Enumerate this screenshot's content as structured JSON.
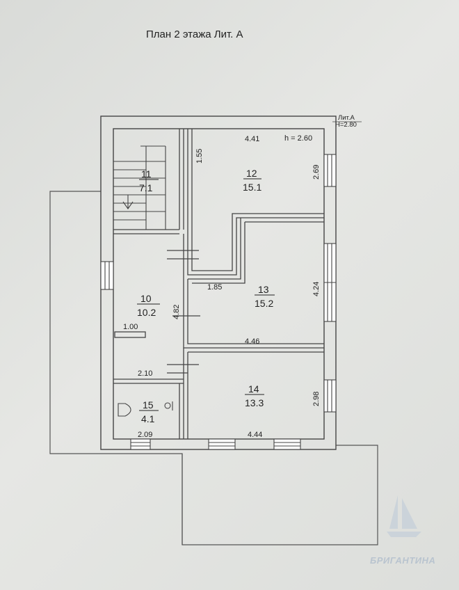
{
  "title": "План 2 этажа  Лит. А",
  "lit": {
    "name": "Лит.А",
    "height": "H=2.80"
  },
  "ceiling": "h = 2.60",
  "rooms": [
    {
      "id": "11",
      "area": "7.1"
    },
    {
      "id": "12",
      "area": "15.1"
    },
    {
      "id": "10",
      "area": "10.2"
    },
    {
      "id": "13",
      "area": "15.2"
    },
    {
      "id": "15",
      "area": "4.1"
    },
    {
      "id": "14",
      "area": "13.3"
    }
  ],
  "dimensions": [
    "4.41",
    "1.55",
    "2.69",
    "4.24",
    "1.85",
    "4.82",
    "1.00",
    "4.46",
    "2.10",
    "2.98",
    "2.09",
    "4.44"
  ],
  "watermark": "БРИГАНТИНА"
}
